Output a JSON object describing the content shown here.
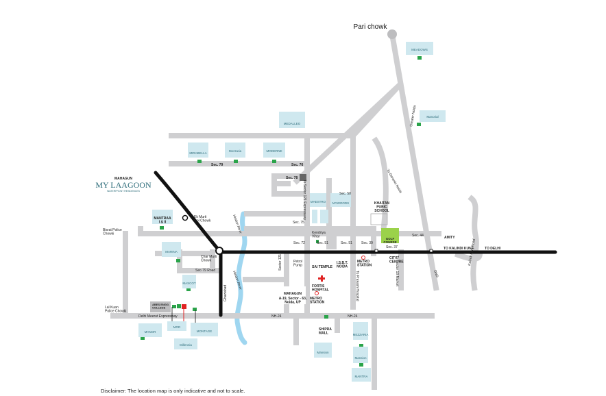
{
  "landmarks": {
    "pari_chowk": "Pari chowk",
    "ek_murti": "Ek Murti\nGol Chowk",
    "char_murti": "Char Murti\nChowk",
    "bisrat": "Bisrat Police\nChowki",
    "lal_kuan": "Lal Kuan\nPolice Chowki",
    "abes": "ABES ENGG.\nCOLLEGE",
    "khaitan": "KHAITAN\nPUBIC\nSCHOOL",
    "golf": "GOLF\nCOURSE",
    "amity": "AMITY",
    "city_centre": "CITY\nCENTRE",
    "metro_station_1": "METRO\nSTATION",
    "metro_station_2": "METRO\nSTATION",
    "sai_temple": "SAI TEMPLE",
    "isbt": "I.S.B.T.\nNOIDA",
    "fortis": "FORTIS\nHOSPITAL",
    "petrol_pump": "Petrol\nPump",
    "kendriya": "Kendriya\nVihar",
    "shipra": "SHIPRA\nMALL"
  },
  "roads": {
    "sec78": "Sec. 78",
    "sec76": "Sec. 76",
    "sec79": "Sec. 79",
    "sec50": "Sec. 50",
    "sec75": "Sec. 75",
    "sec72": "Sec. 72",
    "sec51": "Sec. 51",
    "sec51b": "Sec. 51",
    "sec39": "Sec. 39",
    "sec37": "Sec. 37",
    "sec44": "Sec. 44",
    "sec121": "Sector 121",
    "expressway": "To Sector 121 Expressway",
    "ghaziabad": "Ghaziabad",
    "greater_noida": "Greater Noida",
    "to_kalindi": "TO KALINDI KUNJ",
    "to_delhi": "TO DELHI",
    "to_prakash": "To Prakash Hospital",
    "to_sector18": "To Sector 18 Market",
    "to_genesis": "To Genesis Noida",
    "nh24": "NH-24",
    "nh24b": "NH-24",
    "dme": "Delhi Meerut Expressway",
    "hindon": "Hindon River",
    "hindon2": "Hindon River",
    "dnd": "DND",
    "road_near_mantra": "Sec-79 Road",
    "kalindi_road": "Kalindi Kunj Road"
  },
  "projects": {
    "my_laagoon_brand": "MAHAGUN",
    "my_laagoon": "MY LAAGOON",
    "my_laagoon_sub": "WATERFRONT RESIDENCES",
    "mahagun_address": "A-19, Sector - 63,\nNoida, UP",
    "mahagun_logo": "MAHAGUN",
    "mantraa": "MANTRAA\nI & II",
    "mezzaria": "MEZZARIA",
    "moderne": "MODERNE",
    "meadows": "MEADOWS",
    "marina": "MARINA",
    "montage": "MONTAGE",
    "millennia": "Millennia",
    "mascot": "MASCOT",
    "maestro": "MAESTRO",
    "mansion": "Mansion",
    "mirabella": "MIRABELLA",
    "mahagun_manor": "MANOR",
    "mahagun_modern": "MOD",
    "manorial": "Manorial",
    "mansion2": "Mansion",
    "mywoods": "MYWOODS",
    "medalleo": "MEDALLEO",
    "mantra_small": "MANTRA",
    "mezzaria_small": "Mezzaria"
  },
  "disclaimer": "Disclaimer: The location map is only indicative and not to scale.",
  "colors": {
    "road": "#cfcfd1",
    "highway": "#111111",
    "river": "#9fd6f0",
    "project_marker": "#2aa44a",
    "golf": "#9bd24a"
  }
}
